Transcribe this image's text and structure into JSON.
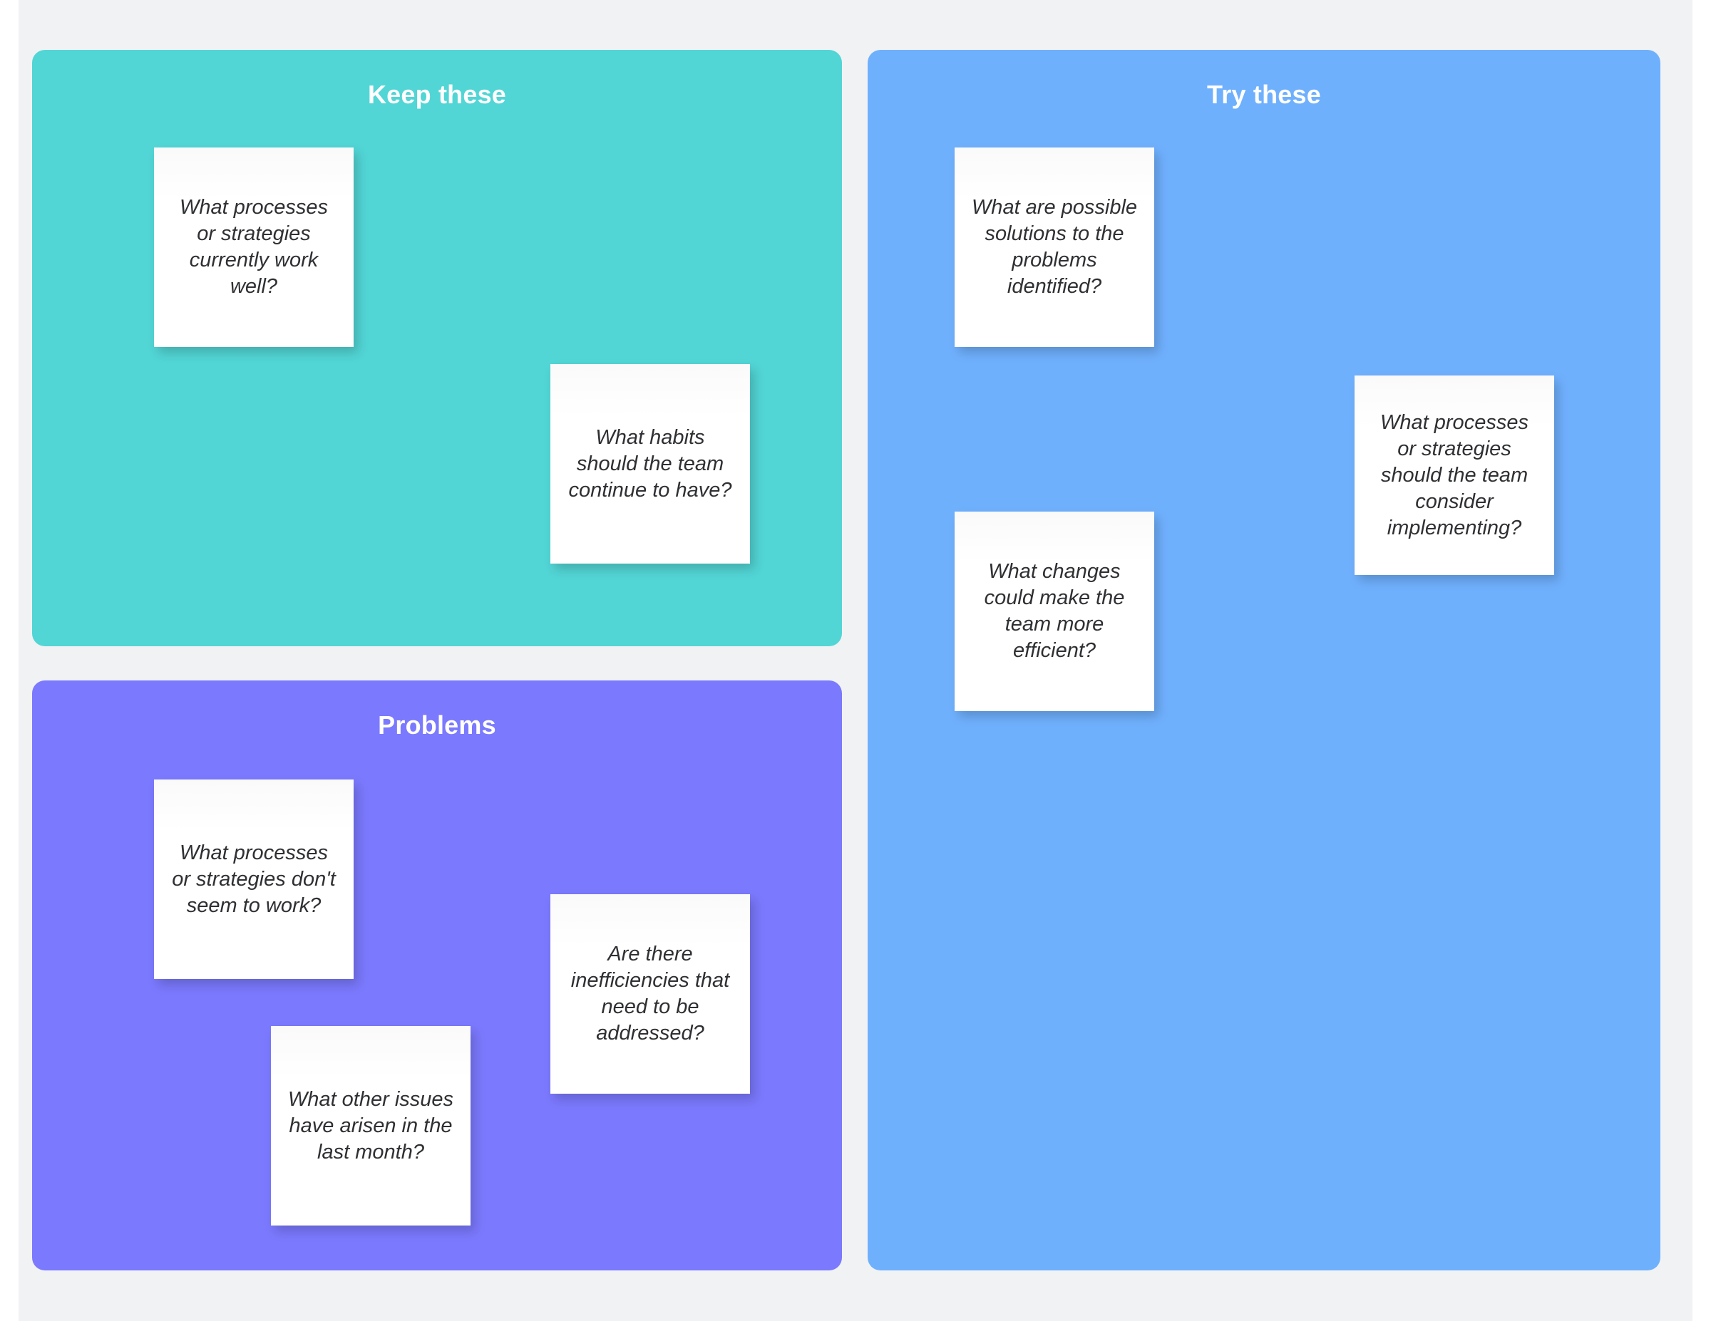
{
  "board": {
    "background_color": "#f1f2f4",
    "outer_background_color": "#ffffff"
  },
  "panels": [
    {
      "id": "keep",
      "title": "Keep these",
      "color": "#52d5d5",
      "cards": [
        {
          "text": "What processes or strategies currently work well?"
        },
        {
          "text": "What habits should the team continue to have?"
        }
      ]
    },
    {
      "id": "problems",
      "title": "Problems",
      "color": "#7b79fd",
      "cards": [
        {
          "text": "What processes or strategies don't seem to work?"
        },
        {
          "text": "Are there inefficiencies that need to be addressed?"
        },
        {
          "text": "What other issues have arisen in the last month?"
        }
      ]
    },
    {
      "id": "try",
      "title": "Try these",
      "color": "#6fb0fd",
      "cards": [
        {
          "text": "What are possible solutions to the problems identified?"
        },
        {
          "text": "What changes could make the team more efficient?"
        },
        {
          "text": "What processes or strategies should the team consider implementing?"
        }
      ]
    }
  ]
}
